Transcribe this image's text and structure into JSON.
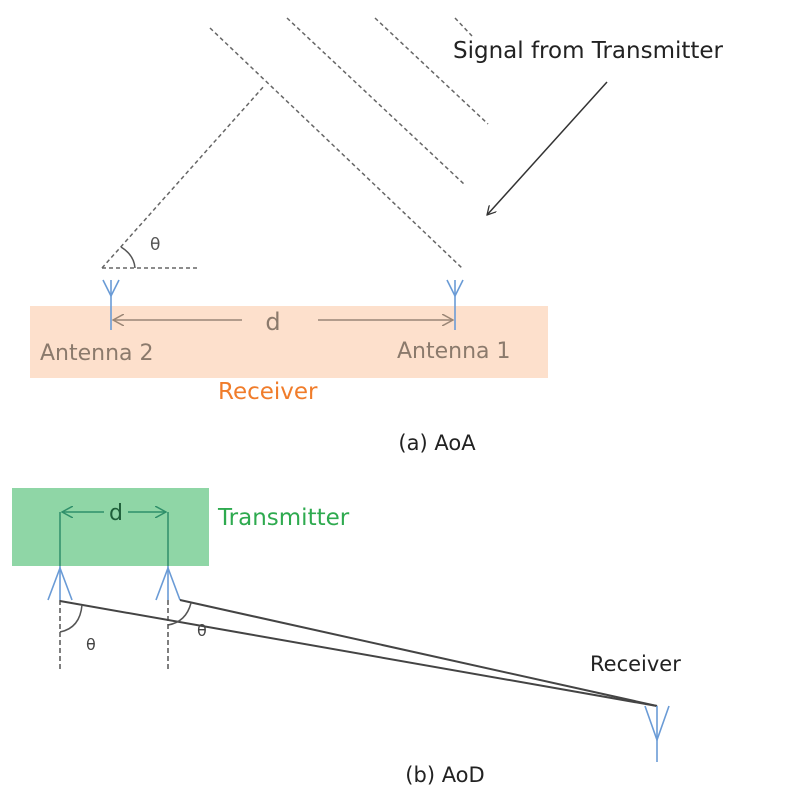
{
  "aoa": {
    "signal_label": "Signal from Transmitter",
    "theta": "θ",
    "distance": "d",
    "antenna2": "Antenna 2",
    "antenna1": "Antenna 1",
    "receiver": "Receiver",
    "caption": "(a) AoA"
  },
  "aod": {
    "distance": "d",
    "transmitter": "Transmitter",
    "theta1": "θ",
    "theta2": "θ",
    "receiver": "Receiver",
    "caption": "(b) AoD"
  },
  "colors": {
    "receiver_box": "#fde0cc",
    "receiver_text": "#f07c2a",
    "transmitter_box": "#8fd6a6",
    "transmitter_text": "#2eaa4f",
    "antenna": "#6a9bd6"
  }
}
